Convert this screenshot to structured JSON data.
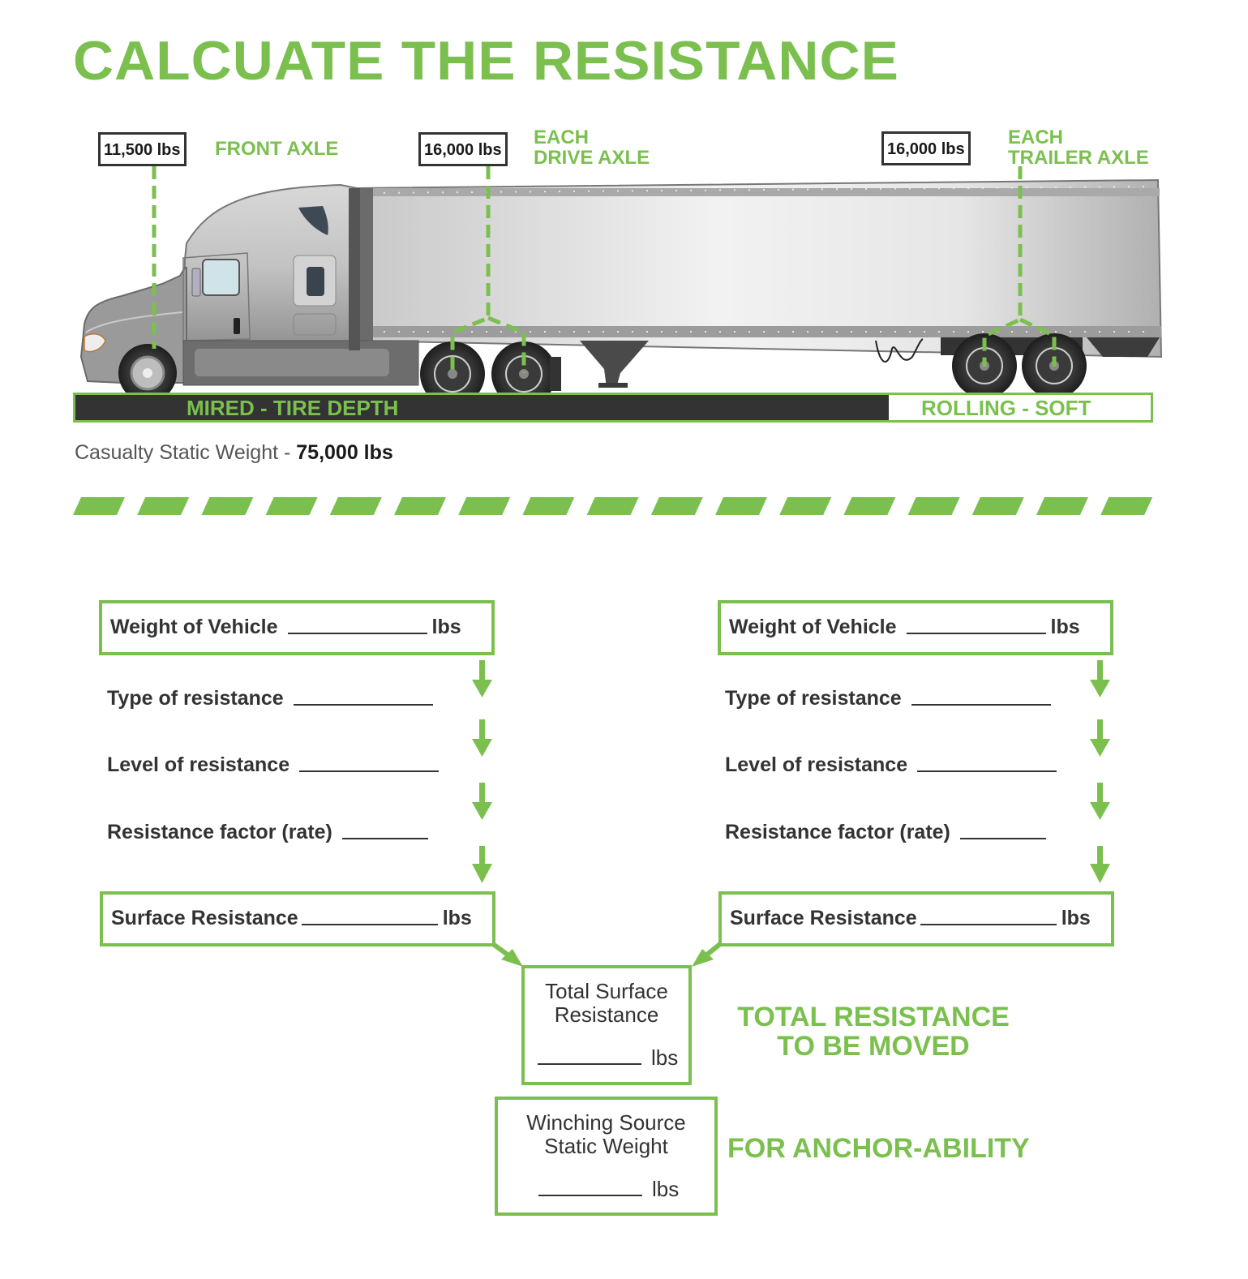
{
  "title": "CALCUATE THE RESISTANCE",
  "axles": [
    {
      "weight": "11,500 lbs",
      "label_lines": [
        "FRONT AXLE"
      ]
    },
    {
      "weight": "16,000 lbs",
      "label_lines": [
        "EACH",
        "DRIVE AXLE"
      ]
    },
    {
      "weight": "16,000 lbs",
      "label_lines": [
        "EACH",
        "TRAILER AXLE"
      ]
    }
  ],
  "ground": {
    "mired_label": "MIRED -  TIRE DEPTH",
    "rolling_label": "ROLLING - SOFT"
  },
  "casualty": {
    "label": "Casualty Static Weight - ",
    "value": "75,000 lbs",
    "arrow_direction": "left"
  },
  "worksheet": {
    "columns": [
      {
        "weight_label": "Weight of Vehicle",
        "weight_unit": "lbs",
        "type_label": "Type of resistance",
        "level_label": "Level of resistance",
        "factor_label": "Resistance factor (rate)",
        "surface_label": "Surface Resistance",
        "surface_unit": "lbs"
      },
      {
        "weight_label": "Weight of Vehicle",
        "weight_unit": "lbs",
        "type_label": "Type of resistance",
        "level_label": "Level of resistance",
        "factor_label": "Resistance factor (rate)",
        "surface_label": "Surface Resistance",
        "surface_unit": "lbs"
      }
    ],
    "total": {
      "line1": "Total Surface",
      "line2": "Resistance",
      "unit": "lbs",
      "caption_line1": "TOTAL RESISTANCE",
      "caption_line2": "TO BE MOVED"
    },
    "winching": {
      "line1": "Winching Source",
      "line2": "Static Weight",
      "unit": "lbs",
      "caption": "FOR ANCHOR-ABILITY"
    }
  },
  "colors": {
    "accent": "#7bc04f",
    "dark": "#333333",
    "arrow_gray": "#808080"
  }
}
